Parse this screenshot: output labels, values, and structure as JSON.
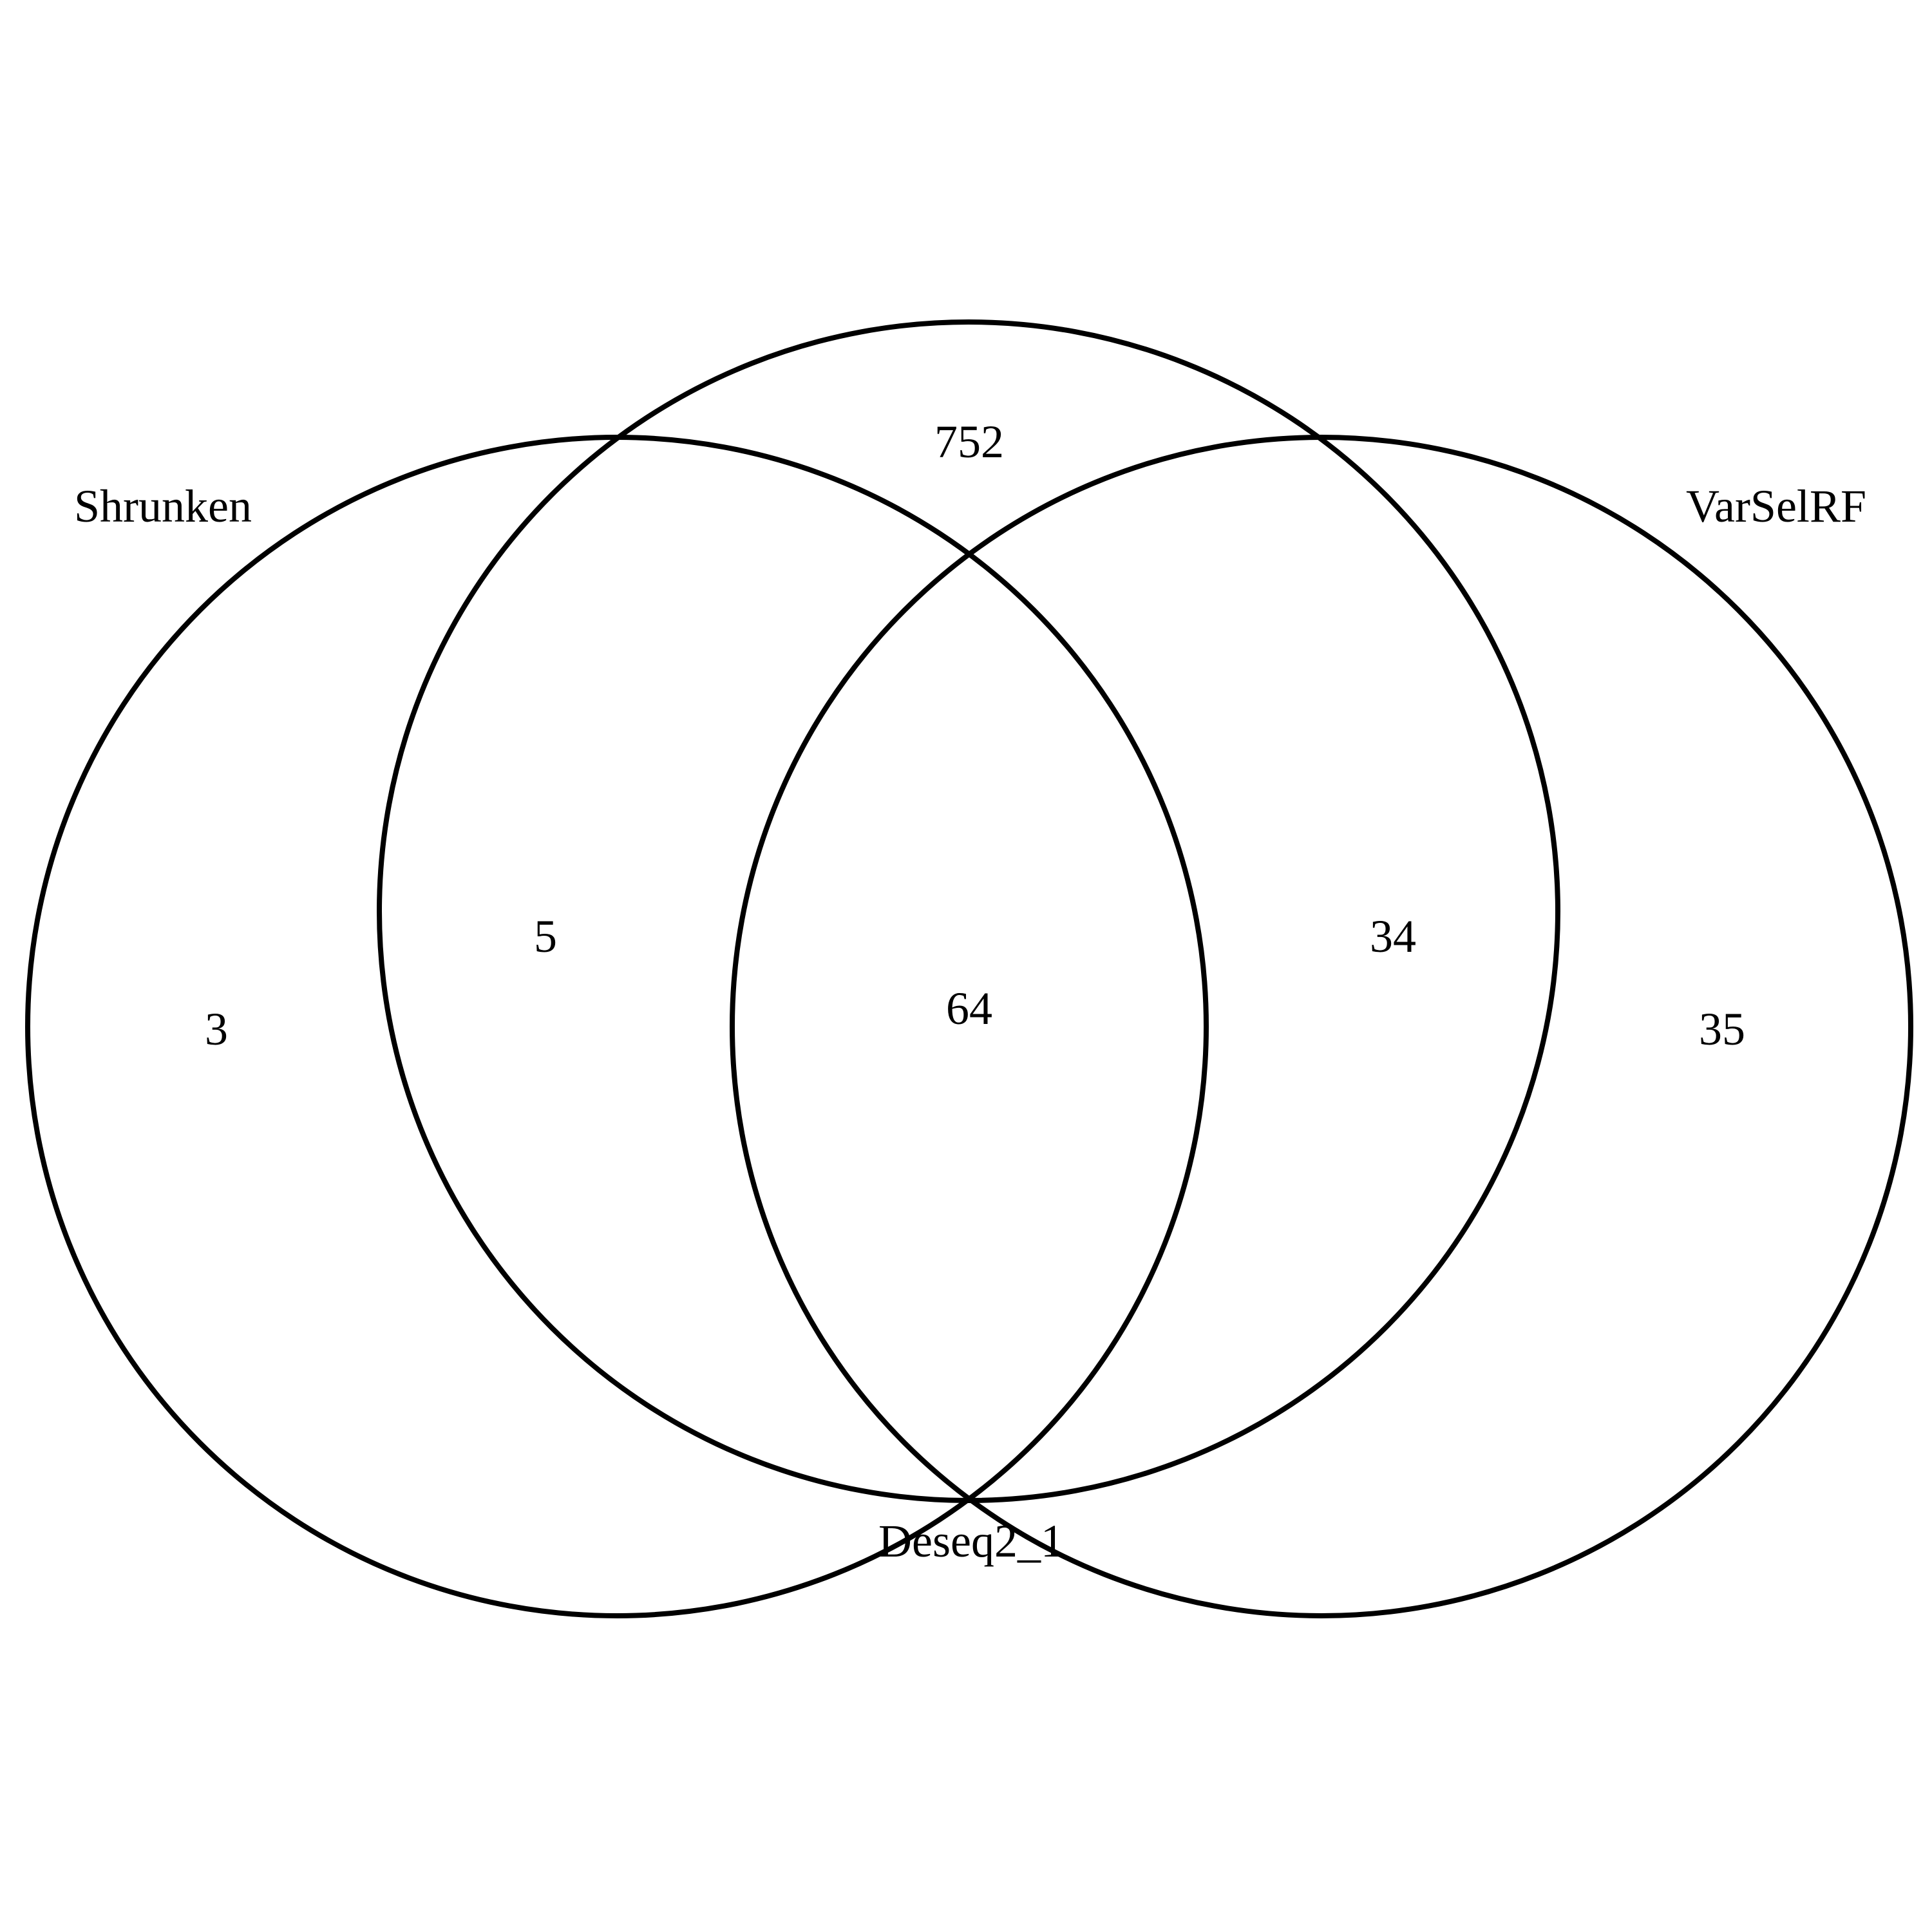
{
  "diagram": {
    "type": "venn",
    "sets": [
      {
        "id": "shrunken",
        "name": "Shrunken"
      },
      {
        "id": "deseq",
        "name": "Deseq2_1"
      },
      {
        "id": "varsel",
        "name": "VarSelRF"
      }
    ],
    "regions": {
      "shrunken_only": "3",
      "shrunken_deseq": "5",
      "all_three": "64",
      "deseq_only": "752",
      "deseq_varsel": "34",
      "varsel_only": "35"
    },
    "stroke_color": "#000000",
    "background_color": "#ffffff"
  }
}
